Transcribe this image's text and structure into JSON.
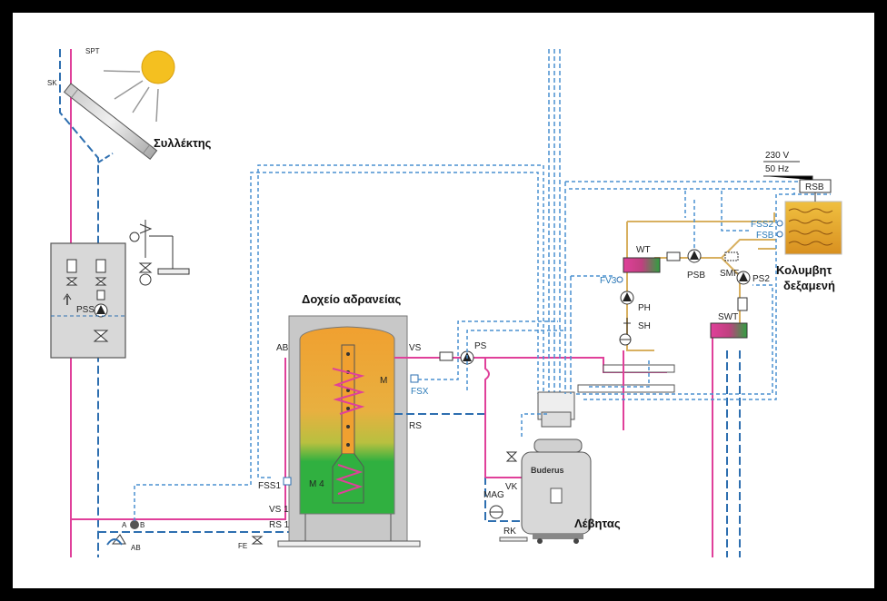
{
  "labels": {
    "collector": "Συλλέκτης",
    "storage_tank": "Δοχείο αδρανείας",
    "boiler": "Λέβητας",
    "pool_line1": "Κολυμβητ",
    "pool_line2": "δεξαμενή",
    "spt": "SPT",
    "sk": "SK",
    "pss": "PSS",
    "ab_tank": "AB",
    "vs": "VS",
    "m": "M",
    "fsx": "FSX",
    "rs": "RS",
    "fss1": "FSS1",
    "m4": "M 4",
    "vs1": "VS 1",
    "rs1": "RS 1",
    "fe": "FE",
    "ab_valve": "AB",
    "a": "A",
    "b": "B",
    "ps": "PS",
    "vk": "VK",
    "mag": "MAG",
    "rk": "RK",
    "fv3": "FV3",
    "wt": "WT",
    "ph": "PH",
    "sh": "SH",
    "psb": "PSB",
    "smf": "SMF",
    "ps2": "PS2",
    "swt": "SWT",
    "fss2": "FSS2",
    "fsb": "FSB",
    "rsb": "RSB",
    "v230": "230 V",
    "hz50": "50 Hz",
    "brand": "Buderus"
  },
  "colors": {
    "frame": "#000000",
    "pipe_hot": "#e0409a",
    "pipe_cold": "#2e6fb0",
    "pipe_control": "#4a90d0",
    "pipe_yellow": "#d8b060",
    "sun": "#f4c020",
    "tank_hot": "#f0a030",
    "tank_cold": "#30b040",
    "pool_water": "#e8a020"
  }
}
